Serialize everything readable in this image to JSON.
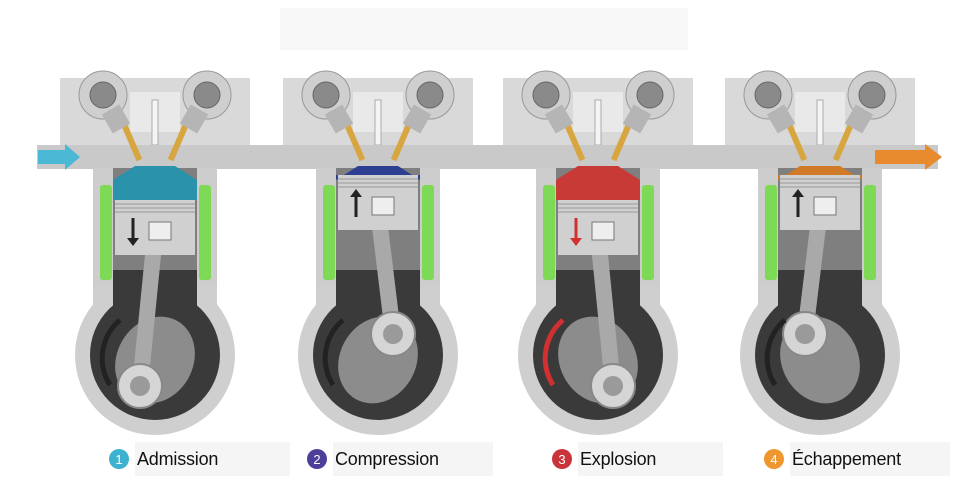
{
  "strokes": [
    {
      "number": "1",
      "label": "Admission",
      "color": "#3db1d0",
      "chamber": "#2a93ab",
      "arrow": "down"
    },
    {
      "number": "2",
      "label": "Compression",
      "color": "#4b3f99",
      "chamber": "#2f3f92",
      "arrow": "up"
    },
    {
      "number": "3",
      "label": "Explosion",
      "color": "#c9343b",
      "chamber": "#c73a36",
      "arrow": "down"
    },
    {
      "number": "4",
      "label": "Échappement",
      "color": "#f0962f",
      "chamber": "#d07a28",
      "arrow": "up"
    }
  ],
  "flows": {
    "intake_color": "#4bb8d6",
    "exhaust_color": "#e88a2e"
  }
}
